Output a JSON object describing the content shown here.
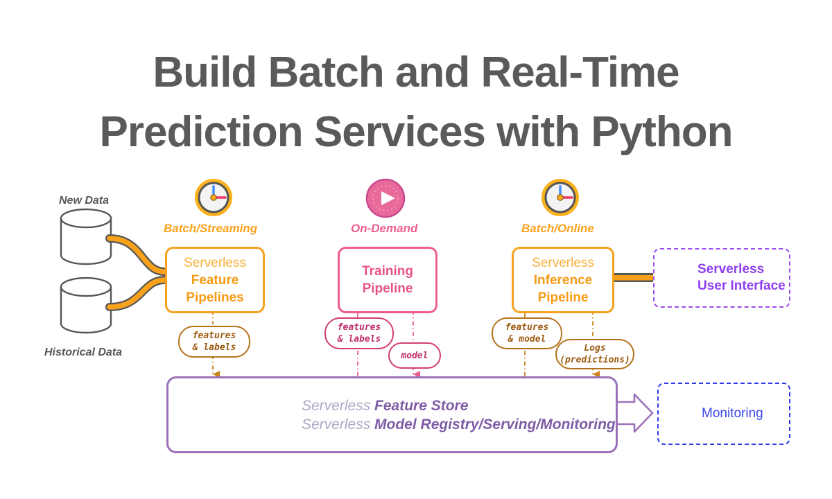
{
  "title": {
    "line1": "Build Batch and Real-Time",
    "line2": "Prediction Services with Python"
  },
  "sources": [
    {
      "label": "New Data",
      "icon": "database-cylinder-icon"
    },
    {
      "label": "Historical Data",
      "icon": "database-cylinder-icon"
    }
  ],
  "columns": [
    {
      "trigger_icon": "clock-icon",
      "trigger_label": "Batch/Streaming",
      "box_line1": "Serverless",
      "box_line2": "Feature",
      "box_line3": "Pipelines",
      "color": "#F6A21E"
    },
    {
      "trigger_icon": "play-circle-icon",
      "trigger_label": "On-Demand",
      "box_line1": "",
      "box_line2": "Training",
      "box_line3": "Pipeline",
      "color": "#EC5D8C"
    },
    {
      "trigger_icon": "clock-icon",
      "trigger_label": "Batch/Online",
      "box_line1": "Serverless",
      "box_line2": "Inference",
      "box_line3": "Pipeline",
      "color": "#F6A21E"
    }
  ],
  "pills": [
    {
      "id": "features-labels-out",
      "line1": "features",
      "line2": "& labels",
      "color": "#B5711A"
    },
    {
      "id": "features-labels-in",
      "line1": "features",
      "line2": "& labels",
      "color": "#D23B77"
    },
    {
      "id": "model",
      "line1": "model",
      "line2": "",
      "color": "#D23B77"
    },
    {
      "id": "features-model",
      "line1": "features",
      "line2": "& model",
      "color": "#B5711A"
    },
    {
      "id": "logs-predictions",
      "line1": "Logs",
      "line2": "(predictions)",
      "color": "#B5711A"
    }
  ],
  "store": {
    "icon": "database-stack-icon",
    "row1_lite": "Serverless ",
    "row1_strong": "Feature Store",
    "row2_lite": "Serverless ",
    "row2_strong": "Model Registry/Serving/Monitoring",
    "border_color": "#9B72B8"
  },
  "outputs": [
    {
      "id": "serverless-user-interface",
      "icon": "browser-chart-icon",
      "line1": "Serverless",
      "line2": "User Interface",
      "color": "#8F3DF0",
      "style": "violet"
    },
    {
      "id": "monitoring",
      "icon": "browser-search-chart-icon",
      "line1": "Monitoring",
      "line2": "",
      "color": "#3A49E8",
      "style": "blue"
    }
  ],
  "palette": {
    "title_gray": "#5a5a5a",
    "orange": "#F6A21E",
    "orange_light": "#FBB03B",
    "pink": "#EC5D8C",
    "purple": "#9B72B8",
    "violet": "#8F3DF0",
    "blue": "#3A49E8",
    "brown": "#B5711A",
    "pipe_outline": "#555555"
  }
}
